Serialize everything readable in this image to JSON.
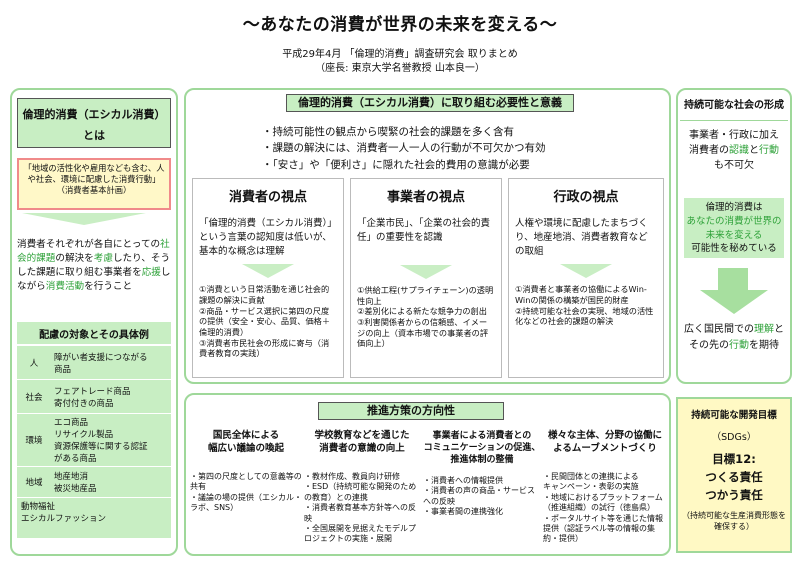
{
  "header": {
    "title": "～あなたの消費が世界の未来を変える～",
    "line1": "平成29年4月 「倫理的消費」調査研究会 取りまとめ",
    "line2": "（座長: 東京大学名誉教授 山本良一）"
  },
  "left": {
    "box_title_1": "倫理的消費（エシカル消費）",
    "box_title_2": "とは",
    "plan_1": "「地域の活性化や雇用なども含む、人や社会、環境に配慮した消費行動」",
    "plan_2": "（消費者基本計画）",
    "desc": [
      "消費者それぞれが各自にとっての",
      "社会的課題",
      "の解決を",
      "考慮",
      "したり、そうした課題に取り組む事業者を",
      "応援",
      "しながら",
      "消費活動",
      "を行うこと"
    ],
    "examples_title": "配慮の対象とその具体例",
    "examples": [
      {
        "cat": "人",
        "items": [
          "障がい者支援につながる",
          "商品"
        ]
      },
      {
        "cat": "社会",
        "items": [
          "フェアトレード商品",
          "寄付付きの商品"
        ]
      },
      {
        "cat": "環境",
        "items": [
          "エコ商品",
          "リサイクル製品",
          "資源保護等に関する認証",
          "がある商品"
        ]
      },
      {
        "cat": "地域",
        "items": [
          "地産地消",
          "被災地産品"
        ]
      }
    ],
    "animal_1": "動物福祉",
    "animal_2": "エシカルファッション"
  },
  "center": {
    "heading": "倫理的消費（エシカル消費）に取り組む必要性と意義",
    "points": [
      "・持続可能性の観点から喫緊の社会的課題を多く含有",
      "・課題の解決には、消費者一人一人の行動が不可欠かつ有効",
      "・「安さ」や「便利さ」に隠れた社会的費用の意識が必要"
    ],
    "cols": [
      {
        "head": "消費者の視点",
        "lead": "「倫理的消費（エシカル消費）」という言葉の認知度は低いが、基本的な概念は理解",
        "items": [
          "①消費という日常活動を通じ社会的課題の解決に貢献",
          "②商品・サービス選択に第四の尺度の提供（安全・安心、品質、価格＋倫理的消費）",
          "③消費者市民社会の形成に寄与（消費者教育の実践）"
        ]
      },
      {
        "head": "事業者の視点",
        "lead": "「企業市民」、「企業の社会的責任」の重要性を認識",
        "items": [
          "①供給工程(サプライチェーン)の透明性向上",
          "②差別化による新たな競争力の創出",
          "③利害関係者からの信頼感、イメージの向上（資本市場での事業者の評価向上）"
        ]
      },
      {
        "head": "行政の視点",
        "lead": "人権や環境に配慮したまちづくり、地産地消、消費者教育などの取組",
        "items": [
          "①消費者と事業者の協働によるWin-Winの関係の構築が国民的財産",
          "②持続可能な社会の実現、地域の活性化などの社会的課題の解決"
        ]
      }
    ]
  },
  "policy": {
    "heading": "推進方策の方向性",
    "cols": [
      {
        "head": [
          "国民全体による",
          "幅広い議論の喚起"
        ],
        "items": [
          "・第四の尺度としての意義等の共有",
          "・議論の場の提供（エシカル・ラボ、SNS）"
        ]
      },
      {
        "head": [
          "学校教育などを通じた",
          "消費者の意識の向上"
        ],
        "items": [
          "・教材作成、教員向け研修",
          "・ESD（持続可能な開発のための教育）との連携",
          "・消費者教育基本方針等への反映",
          "・全国展開を見据えたモデルプロジェクトの実施・展開"
        ]
      },
      {
        "head": [
          "事業者による消費者との",
          "コミュニケーションの促進、",
          "推進体制の整備"
        ],
        "items": [
          "・消費者への情報提供",
          "・消費者の声の商品・サービスへの反映",
          "・事業者間の連携強化"
        ]
      },
      {
        "head": [
          "様々な主体、分野の協働に",
          "よるムーブメントづくり"
        ],
        "items": [
          "・民間団体との連携による",
          "キャンペーン・表彰の実施",
          "・地域におけるプラットフォーム（推進組織）の試行（徳島県）",
          "・ポータルサイト等を通じた情報提供（認証ラベル等の情報の集約・提供）"
        ]
      }
    ]
  },
  "right": {
    "title": "持続可能な社会の形成",
    "p1": [
      "事業者・行政に加え",
      "消費者の",
      "認識",
      "と",
      "行動",
      "も不可欠"
    ],
    "p2": [
      "倫理的消費は",
      "あなたの消費が世界の",
      "未来を変える",
      "可能性を秘めている"
    ],
    "p3": [
      "広く国民間での",
      "理解",
      "とその先の",
      "行動",
      "を期待"
    ],
    "sdg_1": "持続可能な開発目標",
    "sdg_2": "（SDGs）",
    "sdg_3": "目標12:",
    "sdg_4": "つくる責任",
    "sdg_5": "つかう責任",
    "sdg_6": "（持続可能な生産消費形態を確保する）"
  },
  "colors": {
    "accent": "#2fa23a",
    "panel_border": "#9fd89a",
    "header_fill": "#c8eec3",
    "sdg_fill": "#fff9c4"
  }
}
